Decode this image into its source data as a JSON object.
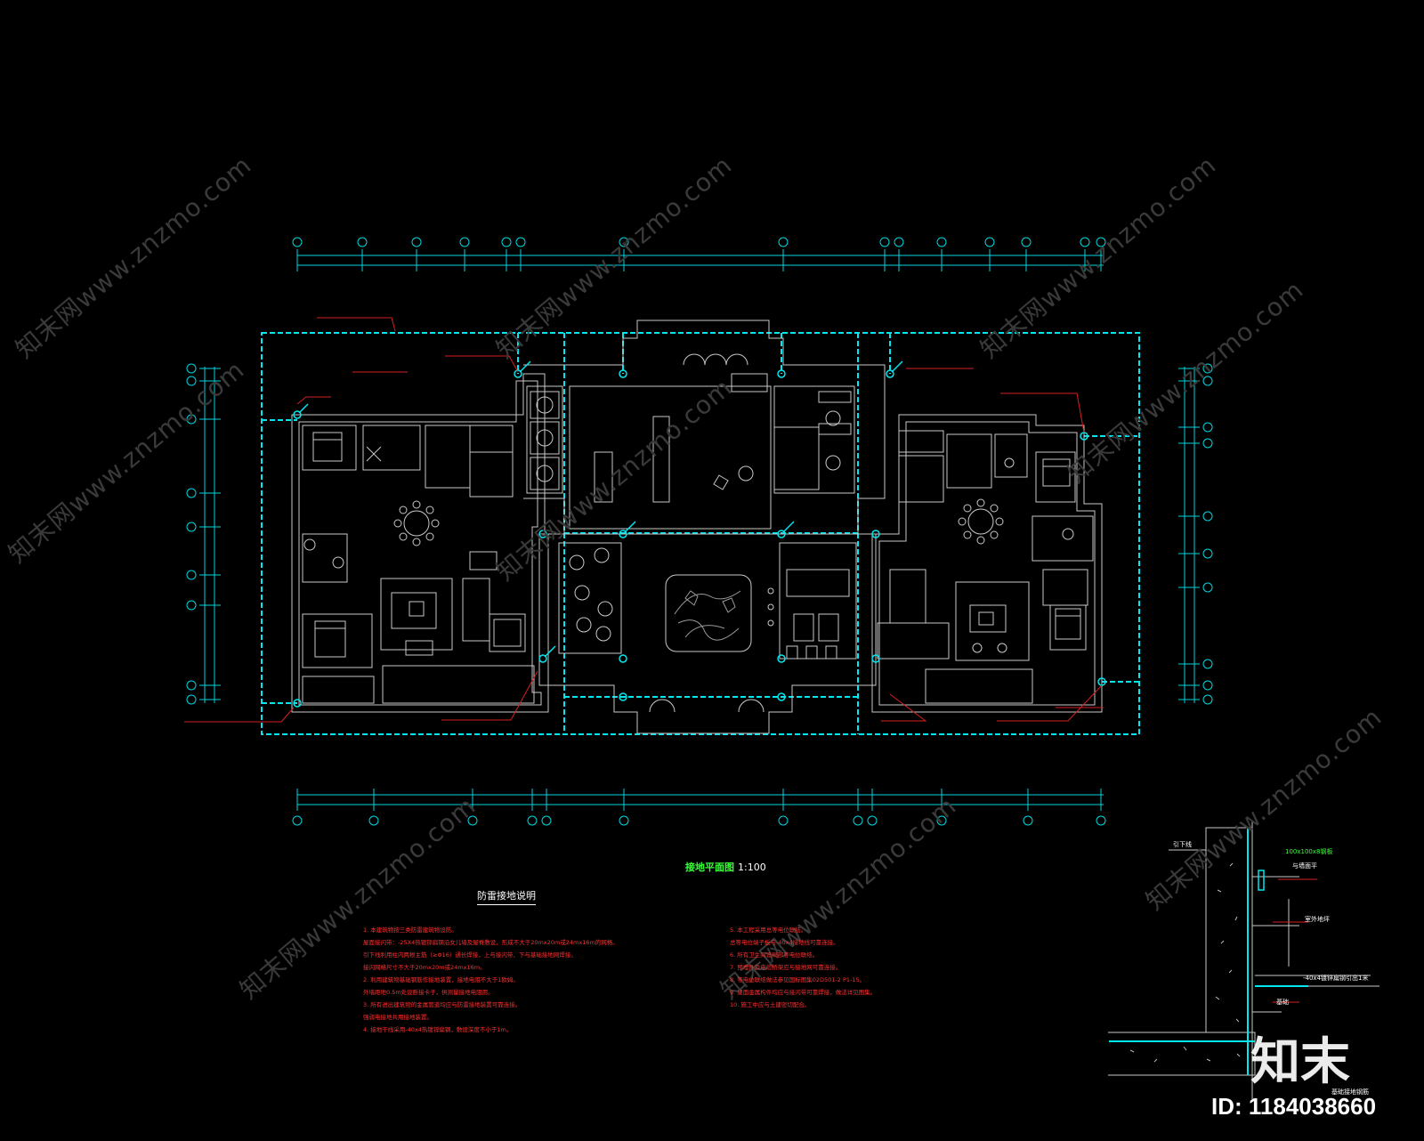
{
  "drawing": {
    "plan_title": "接地平面图",
    "plan_scale": "1:100",
    "notes_title": "防雷接地说明",
    "notes_left": [
      "1. 本建筑物按三类防雷建筑物设防。",
      "   屋面接闪带：-25X4热镀锌扁钢沿女儿墙及屋脊敷设，形成不大于20mx20m或24mx16m的网格。",
      "   引下线利用柱内两根主筋（≥Φ16）通长焊接，上与接闪带、下与基础接地网焊接。",
      "   接闪网格尺寸不大于20mx20m或24mx16m。",
      "2. 利用建筑物基础钢筋作接地装置，接地电阻不大于1欧姆。",
      "   外墙距地0.5m处设断接卡子，供测量接地电阻用。",
      "3. 所有进出建筑物的金属管道均应与防雷接地装置可靠连接。",
      "   强弱电接地共用接地装置。",
      "4. 接地干线采用-40x4热镀锌扁钢，敷设深度不小于1m。"
    ],
    "notes_right": [
      "5. 本工程采用总等电位联结。",
      "   总等电位端子板与-40x4接地线可靠连接。",
      "6. 所有卫生间设局部等电位联结。",
      "7. 预埋件及电缆桥架应与接地网可靠连接。",
      "8. 等电位联结做法参见国标图集02D501-2 P1-15。",
      "9. 屋面金属构件均应与接闪带可靠焊接，做法详见图集。",
      "10. 施工中应与土建密切配合。"
    ],
    "detail_labels": {
      "downlead": "引下线",
      "plate": "100x100x8钢板",
      "flush": "与墙面平",
      "slab": "室外地坪",
      "flat_bar": "-40x4镀锌扁钢引出1米",
      "foundation": "基础",
      "bottom": "基础接地钢筋"
    },
    "colors": {
      "background": "#000000",
      "walls": "#c8c8c8",
      "grid": "#00d4e0",
      "ground_line": "#00e8f0",
      "annotation": "#ff2a2a",
      "title": "#38ff38"
    }
  },
  "watermarks": [
    "知末网www.znzmo.com"
  ],
  "brand": "知末",
  "id_label": "ID: 1184038660"
}
